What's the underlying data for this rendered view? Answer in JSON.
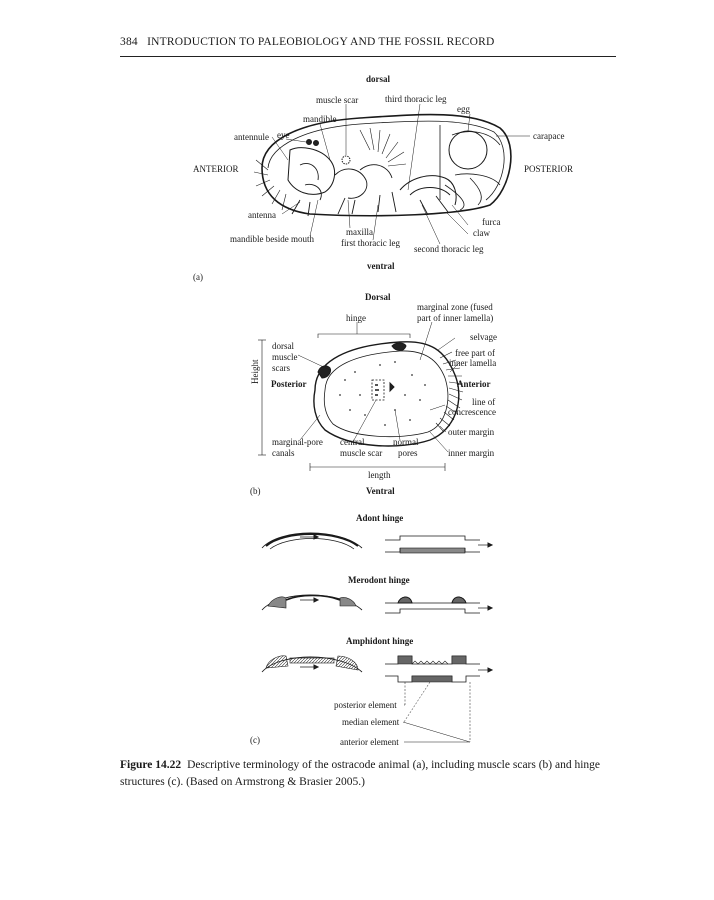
{
  "header": {
    "page_number": "384",
    "running_title": "INTRODUCTION TO PALEOBIOLOGY AND THE FOSSIL RECORD"
  },
  "figure_a": {
    "panel": "(a)",
    "dorsal": "dorsal",
    "ventral": "ventral",
    "anterior": "ANTERIOR",
    "posterior": "POSTERIOR",
    "labels": {
      "muscle_scar": "muscle scar",
      "third_thoracic_leg": "third thoracic leg",
      "egg": "egg",
      "mandible": "mandible",
      "eye": "eye",
      "antennule": "antennule",
      "carapace": "carapace",
      "antenna": "antenna",
      "maxilla": "maxilla",
      "first_thoracic_leg": "first thoracic leg",
      "mandible_beside_mouth": "mandible beside mouth",
      "second_thoracic_leg": "second thoracic leg",
      "furca": "furca",
      "claw": "claw"
    }
  },
  "figure_b": {
    "panel": "(b)",
    "dorsal": "Dorsal",
    "ventral": "Ventral",
    "posterior": "Posterior",
    "anterior": "Anterior",
    "height": "Height",
    "length": "length",
    "labels": {
      "hinge": "hinge",
      "marginal_zone_1": "marginal zone (fused",
      "marginal_zone_2": "part of inner lamella)",
      "selvage": "selvage",
      "free_part_1": "free part of",
      "free_part_2": "inner lamella",
      "dorsal_muscle_1": "dorsal",
      "dorsal_muscle_2": "muscle",
      "dorsal_muscle_3": "scars",
      "line_conc_1": "line of",
      "line_conc_2": "concrescence",
      "outer_margin": "outer margin",
      "marginal_pore_1": "marginal-pore",
      "marginal_pore_2": "canals",
      "central_1": "central",
      "central_2": "muscle scar",
      "normal_1": "normal",
      "normal_2": "pores",
      "inner_margin": "inner margin"
    }
  },
  "figure_c": {
    "panel": "(c)",
    "adont": "Adont hinge",
    "merodont": "Merodont hinge",
    "amphidont": "Amphidont hinge",
    "posterior_element": "posterior element",
    "median_element": "median element",
    "anterior_element": "anterior element"
  },
  "caption": {
    "number": "Figure 14.22",
    "text": "Descriptive terminology of the ostracode animal (a), including muscle scars (b) and hinge structures (c). (Based on Armstrong & Brasier 2005.)"
  }
}
